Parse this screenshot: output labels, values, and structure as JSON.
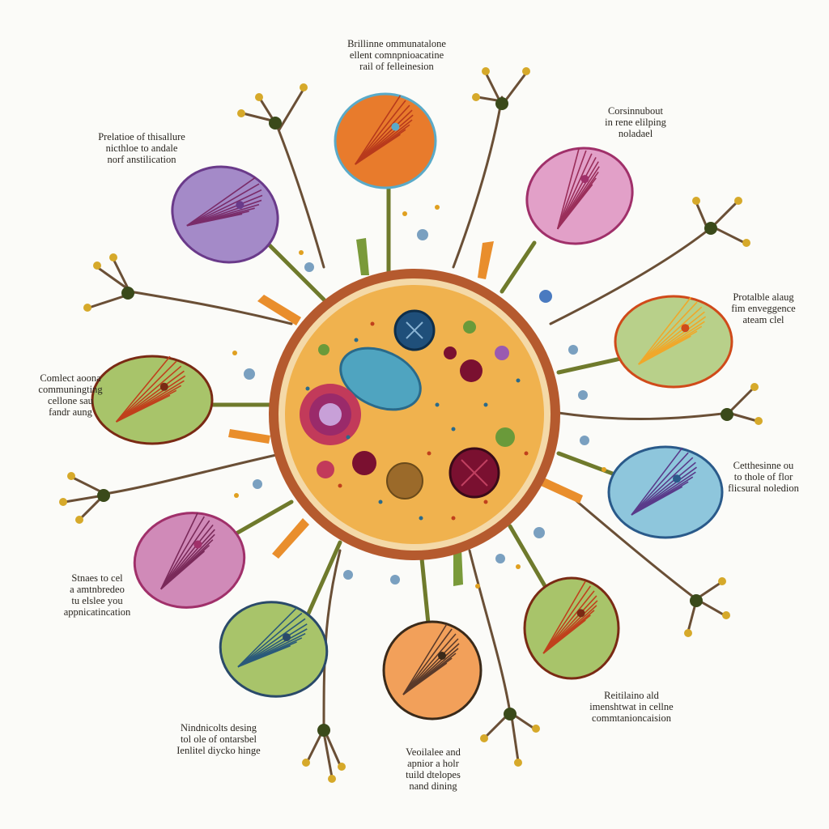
{
  "labels": [
    {
      "lines": [
        "Brillinne ommunatalone",
        "ellent comnpnioacatine",
        "rail of felleinesion"
      ]
    },
    {
      "lines": [
        "Prelatioe of thisallure",
        "nicthloe to andale",
        "norf anstilication"
      ]
    },
    {
      "lines": [
        "Corsinnubout",
        "in rene elilping",
        "noladael"
      ]
    },
    {
      "lines": [
        "Comlect aoona",
        "communingting",
        "cellone sau",
        "fandr aung"
      ]
    },
    {
      "lines": [
        "Protalble alaug",
        "fim enveggence",
        "ateam clel"
      ]
    },
    {
      "lines": [
        "Cetthesinne ou",
        "to thole of flor",
        "flicsural noledion"
      ]
    },
    {
      "lines": [
        "Stnaes to cel",
        "a amtnbredeo",
        "tu elslee you",
        "appnicatincation"
      ]
    },
    {
      "lines": [
        "Nindnicolts desing",
        "tol ole of ontarsbel",
        "Ienlitel diycko hinge"
      ]
    },
    {
      "lines": [
        "Veoilalee and",
        "apnior a holr",
        "tuild dtelopes",
        "nand dining"
      ]
    },
    {
      "lines": [
        "Reitilaino ald",
        "imenshtwat in cellne",
        "commtanioncaision"
      ]
    }
  ],
  "colors": {
    "cell_fill": "#f0b24e",
    "cell_border": "#a8532a",
    "stem": "#6f7a2c",
    "root": "#6a4f36",
    "spike": "#e98e2c",
    "flower": "#d6a92a",
    "nucleus_blue": "#1f4f7a",
    "nucleus_red": "#7a1030",
    "mitochondria": "#4fa4c0",
    "ring": "#c23a5a",
    "brown_body": "#9b6a2a"
  },
  "pods": [
    {
      "name": "pod-top-red",
      "fill": "#e87b2c",
      "inner": "#b83a1c",
      "accent": "#5aaac8"
    },
    {
      "name": "pod-upper-left-purple",
      "fill": "#a48ac8",
      "inner": "#7a2c6a",
      "accent": "#6a3a8a"
    },
    {
      "name": "pod-upper-right-pink",
      "fill": "#e2a0c8",
      "inner": "#9a2e5a",
      "accent": "#a0306a"
    },
    {
      "name": "pod-left-green",
      "fill": "#a8c46a",
      "inner": "#c0401c",
      "accent": "#7a2a14"
    },
    {
      "name": "pod-right-green",
      "fill": "#b8d08a",
      "inner": "#f0a82a",
      "accent": "#d04a1a"
    },
    {
      "name": "pod-right-blue",
      "fill": "#8ec6dc",
      "inner": "#5a3a8a",
      "accent": "#2a5a8a"
    },
    {
      "name": "pod-lower-left-pink",
      "fill": "#d08ab8",
      "inner": "#7a2a5a",
      "accent": "#a0306a"
    },
    {
      "name": "pod-bottom-left-green",
      "fill": "#a8c46a",
      "inner": "#2a5a7a",
      "accent": "#2a4a6a"
    },
    {
      "name": "pod-bottom-orange",
      "fill": "#f2a05a",
      "inner": "#5a3a2a",
      "accent": "#3a2a1a"
    },
    {
      "name": "pod-bottom-right-green",
      "fill": "#a8c46a",
      "inner": "#c0401c",
      "accent": "#7a2a14"
    }
  ]
}
